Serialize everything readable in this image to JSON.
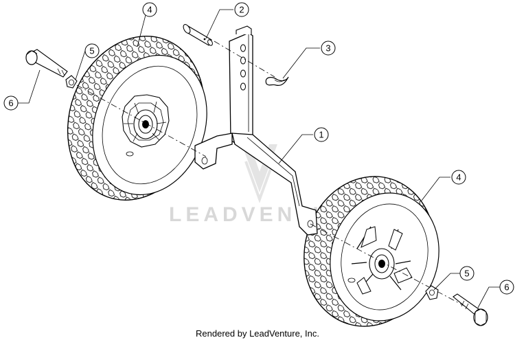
{
  "callouts": [
    {
      "id": "c1",
      "label": "1"
    },
    {
      "id": "c2",
      "label": "2"
    },
    {
      "id": "c3",
      "label": "3"
    },
    {
      "id": "c4a",
      "label": "4"
    },
    {
      "id": "c4b",
      "label": "4"
    },
    {
      "id": "c5a",
      "label": "5"
    },
    {
      "id": "c5b",
      "label": "5"
    },
    {
      "id": "c6a",
      "label": "6"
    },
    {
      "id": "c6b",
      "label": "6"
    }
  ],
  "watermark": {
    "text": "LEADVENTURE"
  },
  "footer": {
    "credit": "Rendered by LeadVenture, Inc."
  }
}
